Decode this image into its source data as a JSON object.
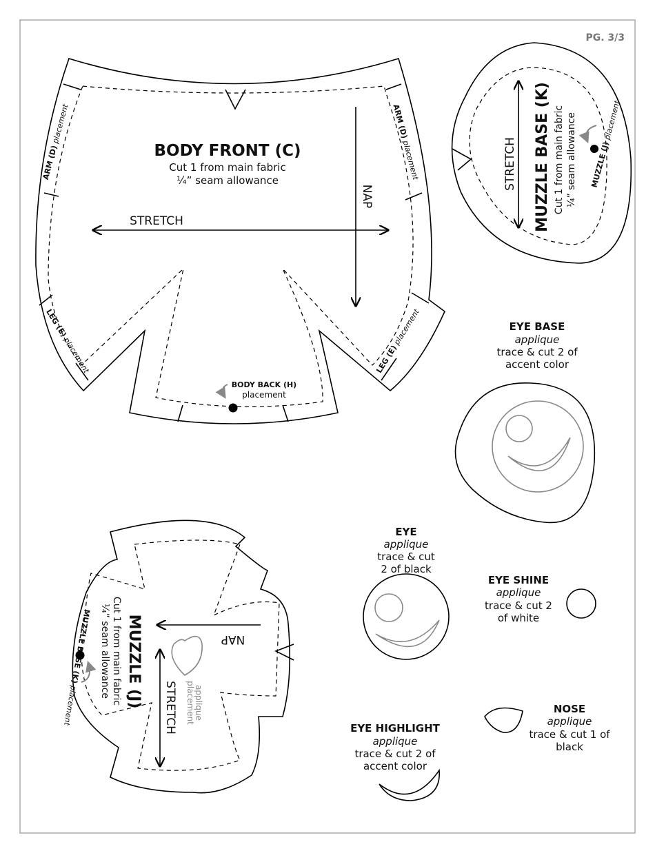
{
  "page_number": "PG. 3/3",
  "body_front": {
    "title": "BODY FRONT (C)",
    "cut": "Cut 1 from main fabric",
    "seam": "¼” seam allowance",
    "stretch": "STRETCH",
    "nap": "NAP",
    "arm_left_bold": "ARM (D)",
    "arm_left_rest": " placement",
    "arm_right_bold": "ARM (D)",
    "arm_right_rest": " placement",
    "leg_left_bold": "LEG (E)",
    "leg_left_rest": " placement",
    "leg_right_bold": "LEG (E)",
    "leg_right_rest": " placement",
    "body_back_bold": "BODY BACK (H)",
    "body_back_rest": "placement"
  },
  "muzzle_base": {
    "title": "MUZZLE BASE (K)",
    "cut": "Cut 1 from main fabric",
    "seam": "¼” seam allowance",
    "stretch": "STRETCH",
    "muzzle_bold": "MUZZLE (J)",
    "muzzle_rest": " placement"
  },
  "muzzle": {
    "title": "MUZZLE (J)",
    "cut": "Cut 1 from main fabric",
    "seam": "¼” seam allowance",
    "stretch": "STRETCH",
    "nap": "NAP",
    "applique1": "applique",
    "applique2": "placement",
    "base_bold": "MUZZLE BASE (K)",
    "base_rest": " placement"
  },
  "eye_base": {
    "title": "EYE BASE",
    "type": "applique",
    "line1": "trace & cut 2 of",
    "line2": "accent color"
  },
  "eye": {
    "title": "EYE",
    "type": "applique",
    "line1": "trace & cut",
    "line2": "2 of black"
  },
  "eye_shine": {
    "title": "EYE SHINE",
    "type": "applique",
    "line1": "trace & cut 2",
    "line2": "of white"
  },
  "nose": {
    "title": "NOSE",
    "type": "applique",
    "line1": "trace & cut 1 of",
    "line2": "black"
  },
  "eye_highlight": {
    "title": "EYE HIGHLIGHT",
    "type": "applique",
    "line1": "trace & cut 2 of",
    "line2": "accent color"
  }
}
